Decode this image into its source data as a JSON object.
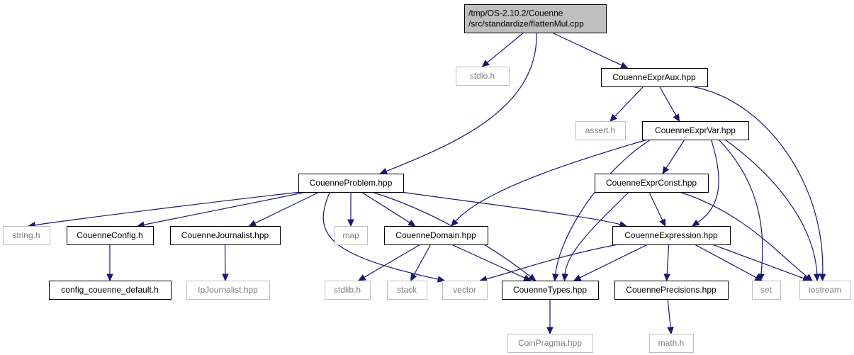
{
  "graph": {
    "nodes": [
      {
        "id": "root",
        "lines": [
          "/tmp/OS-2.10.2/Couenne",
          "/src/standardize/flattenMul.cpp"
        ],
        "kind": "root"
      },
      {
        "id": "stdio",
        "lines": [
          "stdio.h"
        ],
        "kind": "system"
      },
      {
        "id": "exprAux",
        "lines": [
          "CouenneExprAux.hpp"
        ],
        "kind": "local"
      },
      {
        "id": "assert",
        "lines": [
          "assert.h"
        ],
        "kind": "system"
      },
      {
        "id": "exprVar",
        "lines": [
          "CouenneExprVar.hpp"
        ],
        "kind": "local"
      },
      {
        "id": "problem",
        "lines": [
          "CouenneProblem.hpp"
        ],
        "kind": "local"
      },
      {
        "id": "exprConst",
        "lines": [
          "CouenneExprConst.hpp"
        ],
        "kind": "local"
      },
      {
        "id": "string",
        "lines": [
          "string.h"
        ],
        "kind": "system"
      },
      {
        "id": "config",
        "lines": [
          "CouenneConfig.h"
        ],
        "kind": "local"
      },
      {
        "id": "journalist",
        "lines": [
          "CouenneJournalist.hpp"
        ],
        "kind": "local"
      },
      {
        "id": "map",
        "lines": [
          "map"
        ],
        "kind": "system"
      },
      {
        "id": "domain",
        "lines": [
          "CouenneDomain.hpp"
        ],
        "kind": "local"
      },
      {
        "id": "expression",
        "lines": [
          "CouenneExpression.hpp"
        ],
        "kind": "local"
      },
      {
        "id": "configDefault",
        "lines": [
          "config_couenne_default.h"
        ],
        "kind": "local"
      },
      {
        "id": "ipJournalist",
        "lines": [
          "IpJournalist.hpp"
        ],
        "kind": "system"
      },
      {
        "id": "stdlib",
        "lines": [
          "stdlib.h"
        ],
        "kind": "system"
      },
      {
        "id": "stack",
        "lines": [
          "stack"
        ],
        "kind": "system"
      },
      {
        "id": "vector",
        "lines": [
          "vector"
        ],
        "kind": "system"
      },
      {
        "id": "types",
        "lines": [
          "CouenneTypes.hpp"
        ],
        "kind": "local"
      },
      {
        "id": "precisions",
        "lines": [
          "CouennePrecisions.hpp"
        ],
        "kind": "local"
      },
      {
        "id": "set",
        "lines": [
          "set"
        ],
        "kind": "system"
      },
      {
        "id": "iostream",
        "lines": [
          "iostream"
        ],
        "kind": "system"
      },
      {
        "id": "coinPragma",
        "lines": [
          "CoinPragma.hpp"
        ],
        "kind": "system"
      },
      {
        "id": "math",
        "lines": [
          "math.h"
        ],
        "kind": "system"
      }
    ],
    "edges": [
      {
        "from": "root",
        "to": "stdio"
      },
      {
        "from": "root",
        "to": "exprAux"
      },
      {
        "from": "root",
        "to": "problem"
      },
      {
        "from": "exprAux",
        "to": "assert"
      },
      {
        "from": "exprAux",
        "to": "exprVar"
      },
      {
        "from": "exprAux",
        "to": "iostream"
      },
      {
        "from": "exprVar",
        "to": "domain"
      },
      {
        "from": "exprVar",
        "to": "exprConst"
      },
      {
        "from": "exprVar",
        "to": "types"
      },
      {
        "from": "exprVar",
        "to": "expression"
      },
      {
        "from": "exprVar",
        "to": "set"
      },
      {
        "from": "exprVar",
        "to": "iostream"
      },
      {
        "from": "exprConst",
        "to": "types"
      },
      {
        "from": "exprConst",
        "to": "expression"
      },
      {
        "from": "exprConst",
        "to": "iostream"
      },
      {
        "from": "problem",
        "to": "string"
      },
      {
        "from": "problem",
        "to": "config"
      },
      {
        "from": "problem",
        "to": "journalist"
      },
      {
        "from": "problem",
        "to": "vector"
      },
      {
        "from": "problem",
        "to": "map"
      },
      {
        "from": "problem",
        "to": "domain"
      },
      {
        "from": "problem",
        "to": "types"
      },
      {
        "from": "problem",
        "to": "expression"
      },
      {
        "from": "config",
        "to": "configDefault"
      },
      {
        "from": "journalist",
        "to": "ipJournalist"
      },
      {
        "from": "domain",
        "to": "stdlib"
      },
      {
        "from": "domain",
        "to": "stack"
      },
      {
        "from": "domain",
        "to": "types"
      },
      {
        "from": "expression",
        "to": "vector"
      },
      {
        "from": "expression",
        "to": "types"
      },
      {
        "from": "expression",
        "to": "precisions"
      },
      {
        "from": "expression",
        "to": "set"
      },
      {
        "from": "expression",
        "to": "iostream"
      },
      {
        "from": "types",
        "to": "coinPragma"
      },
      {
        "from": "precisions",
        "to": "math"
      }
    ]
  }
}
